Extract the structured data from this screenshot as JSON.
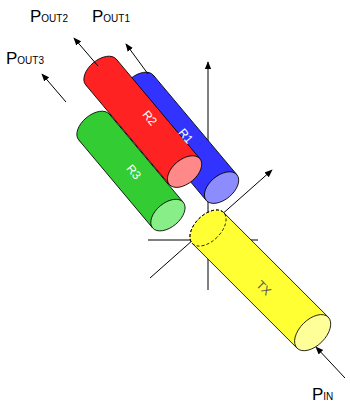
{
  "diagram": {
    "labels": [
      "POUT2",
      "POUT1",
      "POUT3",
      "R1",
      "R2",
      "R3",
      "TX",
      "PIN"
    ]
  }
}
